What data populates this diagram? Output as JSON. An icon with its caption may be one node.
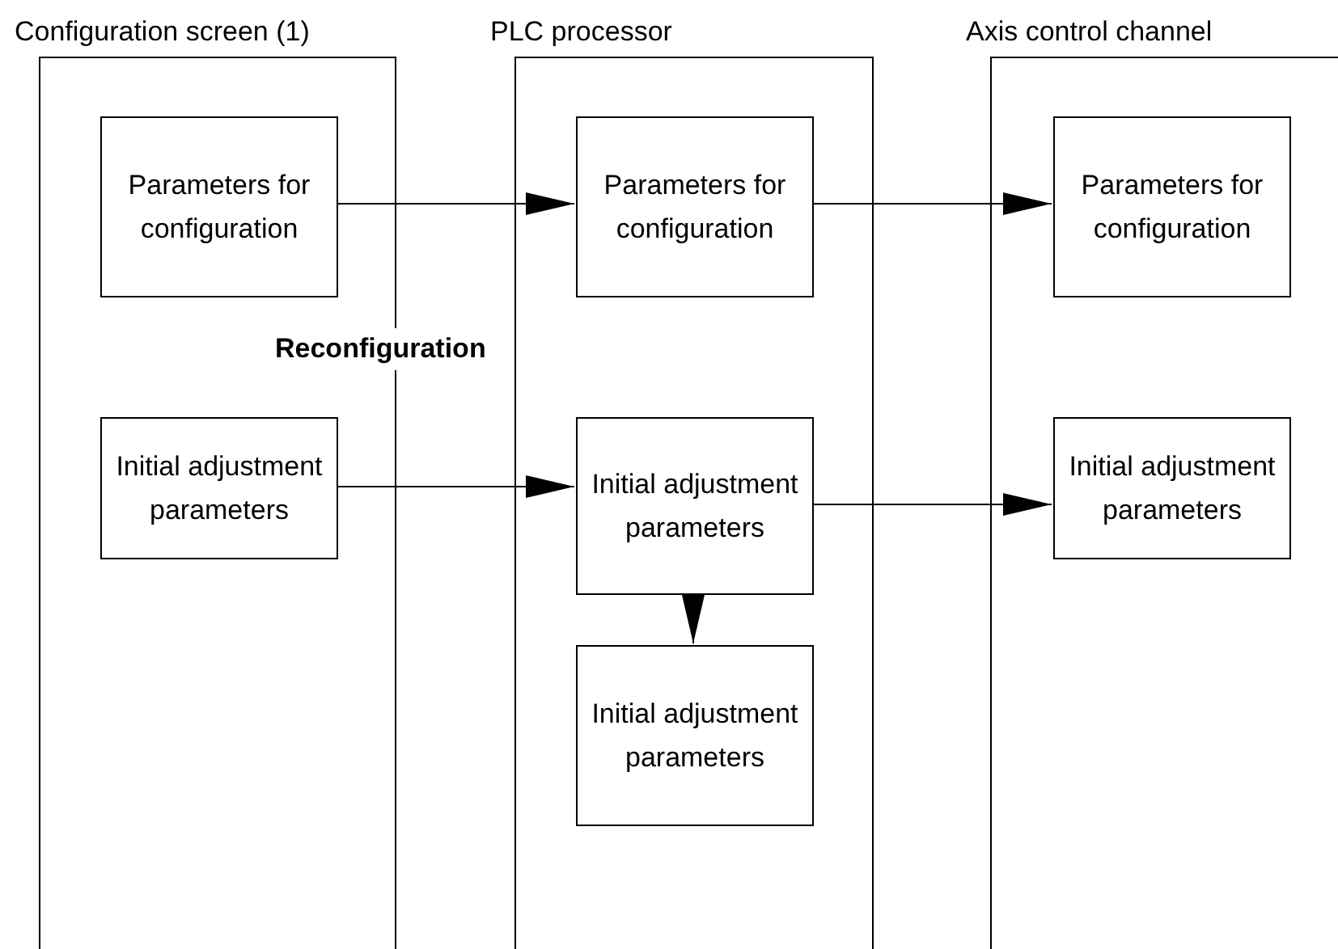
{
  "diagram": {
    "nodes": [
      {
        "text": [
          "Configuration screen (1)"
        ]
      },
      {
        "text": [
          "Parameters for configuration"
        ],
        "in": 0
      },
      {
        "text": [
          "Initial adjustment parameters"
        ],
        "in": 0
      },
      {
        "text": [
          "PLC processor"
        ]
      },
      {
        "text": [
          "Parameters for configuration"
        ],
        "in": 3
      },
      {
        "text": [
          "Initial adjustment parameters"
        ],
        "in": 3
      },
      {
        "text": [
          "Initial adjustment parameters"
        ],
        "in": 3
      },
      {
        "text": [
          "Axis control channel"
        ]
      },
      {
        "text": [
          "Parameters for configuration"
        ],
        "in": 7
      },
      {
        "text": [
          "Initial adjustment parameters"
        ],
        "in": 7
      }
    ],
    "edges": [
      {
        "from": 1,
        "to": 4,
        "arrow": "to"
      },
      {
        "from": 4,
        "to": 8,
        "arrow": "to"
      },
      {
        "from": 2,
        "to": 5,
        "arrow": "to"
      },
      {
        "from": 5,
        "to": 9,
        "arrow": "to"
      },
      {
        "from": 5,
        "to": 6,
        "arrow": "to"
      }
    ],
    "labels": [
      "Reconfiguration"
    ]
  }
}
